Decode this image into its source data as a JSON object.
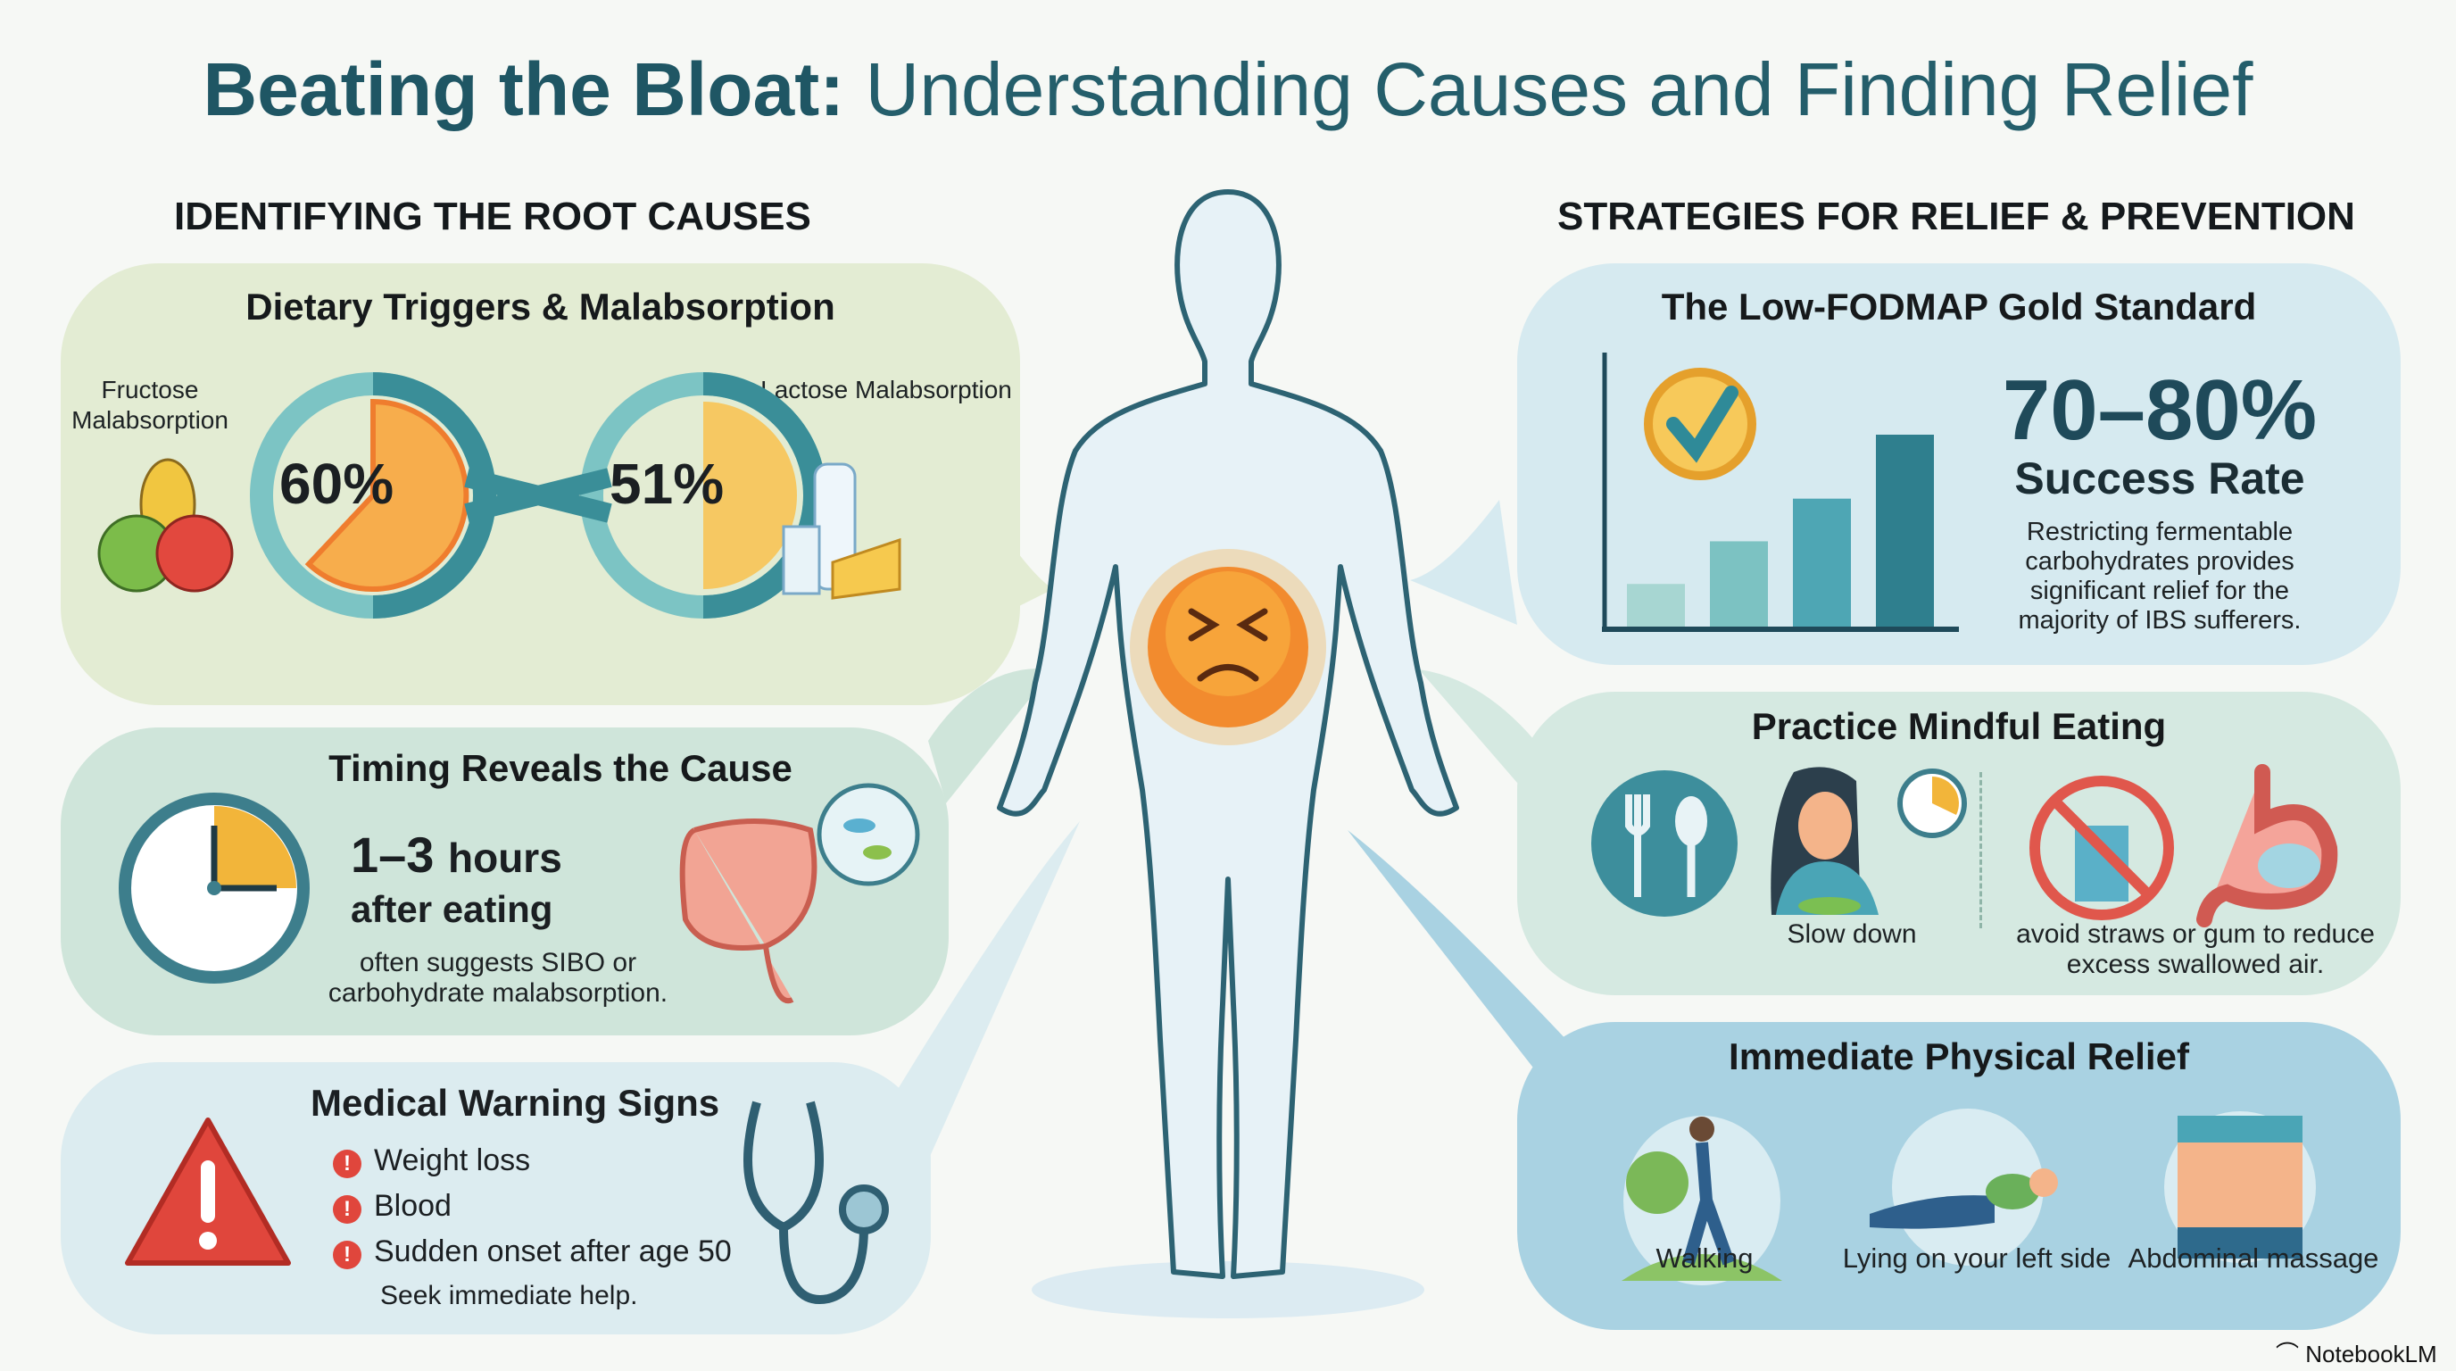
{
  "title": {
    "bold": "Beating the Bloat:",
    "rest": " Understanding Causes and Finding Relief"
  },
  "left_header": "IDENTIFYING THE ROOT CAUSES",
  "right_header": "STRATEGIES FOR RELIEF & PREVENTION",
  "dietary": {
    "title": "Dietary Triggers & Malabsorption",
    "fructose": {
      "label": "Fructose Malabsorption",
      "value": "60%"
    },
    "lactose": {
      "label": "Lactose Malabsorption",
      "value": "51%"
    }
  },
  "timing": {
    "title": "Timing Reveals the Cause",
    "big": "1–3",
    "unit": "hours",
    "after": "after eating",
    "desc1": "often suggests SIBO or",
    "desc2": "carbohydrate malabsorption."
  },
  "medical": {
    "title": "Medical Warning Signs",
    "items": [
      "Weight loss",
      "Blood",
      "Sudden onset after age 50"
    ],
    "note": "Seek immediate help."
  },
  "fodmap": {
    "title": "The Low-FODMAP Gold Standard",
    "stat": "70–80%",
    "stat_label": "Success Rate",
    "desc": [
      "Restricting fermentable",
      "carbohydrates provides",
      "significant relief for the",
      "majority of IBS sufferers."
    ],
    "bars": [
      1,
      2,
      3,
      4.5
    ]
  },
  "mindful": {
    "title": "Practice Mindful Eating",
    "slow": "Slow down",
    "avoid1": "avoid straws or gum to reduce",
    "avoid2": "excess swallowed air."
  },
  "physical": {
    "title": "Immediate Physical Relief",
    "items": [
      "Walking",
      "Lying on your left side",
      "Abdominal massage"
    ]
  },
  "brand": "NotebookLM",
  "colors": {
    "teal": "#1f5664",
    "accent": "#f2a33a",
    "warning": "#e0463c"
  }
}
